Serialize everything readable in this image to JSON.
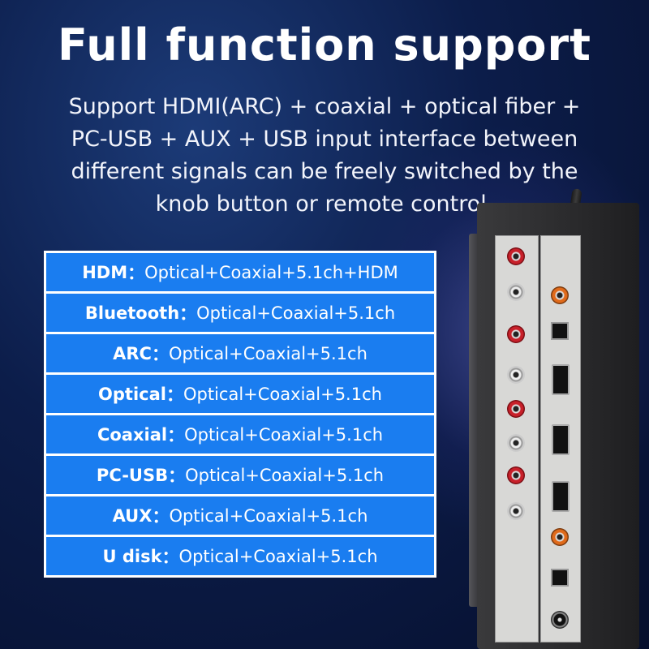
{
  "title": "Full function support",
  "description": [
    "Support HDMI(ARC) + coaxial + optical fiber +",
    "PC-USB + AUX + USB input interface between",
    "different signals can be freely switched by the",
    "knob button or remote control."
  ],
  "modes": [
    {
      "name": "HDM",
      "sep": "：",
      "value": "Optical+Coaxial+5.1ch+HDM"
    },
    {
      "name": "Bluetooth",
      "sep": "：",
      "value": "Optical+Coaxial+5.1ch"
    },
    {
      "name": "ARC",
      "sep": "：",
      "value": "Optical+Coaxial+5.1ch"
    },
    {
      "name": "Optical",
      "sep": "：",
      "value": "Optical+Coaxial+5.1ch"
    },
    {
      "name": "Coaxial",
      "sep": "：",
      "value": "Optical+Coaxial+5.1ch"
    },
    {
      "name": "PC-USB",
      "sep": "：",
      "value": "Optical+Coaxial+5.1ch"
    },
    {
      "name": "AUX",
      "sep": "：",
      "value": "Optical+Coaxial+5.1ch"
    },
    {
      "name": "U disk",
      "sep": "：",
      "value": "Optical+Coaxial+5.1ch"
    }
  ],
  "colors": {
    "row_background": "#1a7df0",
    "table_border": "#ffffff"
  }
}
